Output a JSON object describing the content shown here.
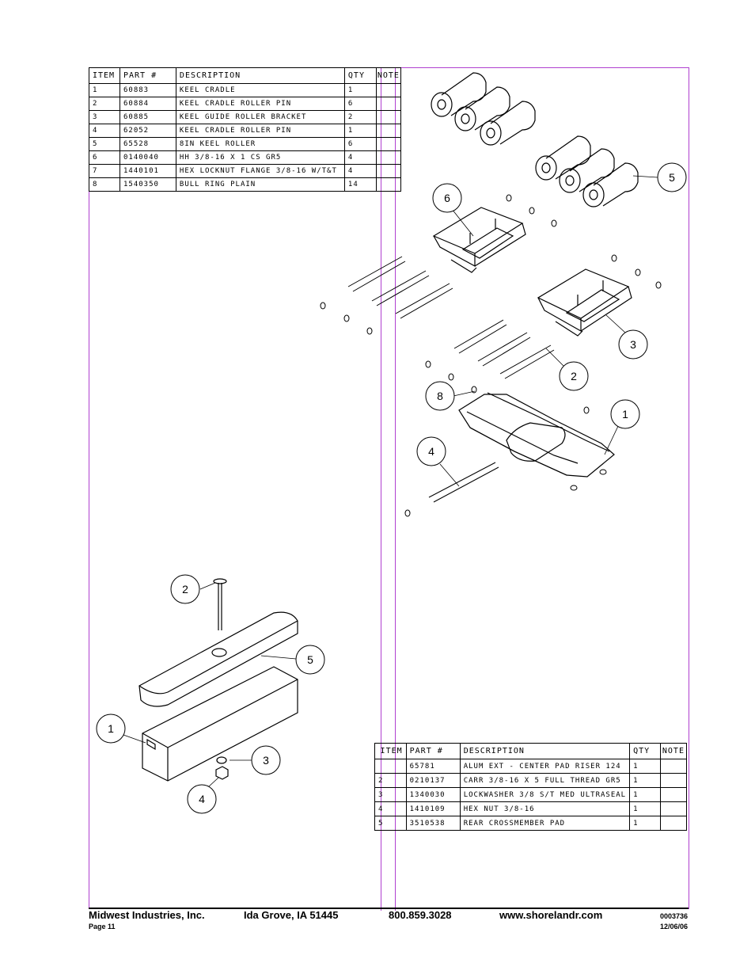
{
  "table1": {
    "headers": [
      "ITEM",
      "PART #",
      "DESCRIPTION",
      "QTY",
      "NOTE"
    ],
    "rows": [
      [
        "1",
        "60883",
        "KEEL CRADLE",
        "1",
        ""
      ],
      [
        "2",
        "60884",
        "KEEL CRADLE ROLLER PIN",
        "6",
        ""
      ],
      [
        "3",
        "60885",
        "KEEL GUIDE ROLLER BRACKET",
        "2",
        ""
      ],
      [
        "4",
        "62052",
        "KEEL CRADLE ROLLER PIN",
        "1",
        ""
      ],
      [
        "5",
        "65528",
        "8IN KEEL ROLLER",
        "6",
        ""
      ],
      [
        "6",
        "0140040",
        "HH 3/8-16 X 1 CS GR5",
        "4",
        ""
      ],
      [
        "7",
        "1440101",
        "HEX LOCKNUT FLANGE 3/8-16 W/T&T",
        "4",
        ""
      ],
      [
        "8",
        "1540350",
        "BULL RING PLAIN",
        "14",
        ""
      ]
    ]
  },
  "table2": {
    "headers": [
      "ITEM",
      "PART #",
      "DESCRIPTION",
      "QTY",
      "NOTE"
    ],
    "rows": [
      [
        "",
        "65781",
        "ALUM EXT - CENTER PAD RISER 124",
        "1",
        ""
      ],
      [
        "2",
        "0210137",
        "CARR 3/8-16 X 5 FULL THREAD GR5",
        "1",
        ""
      ],
      [
        "3",
        "1340030",
        "LOCKWASHER 3/8 S/T MED ULTRASEAL",
        "1",
        ""
      ],
      [
        "4",
        "1410109",
        "HEX NUT 3/8-16",
        "1",
        ""
      ],
      [
        "5",
        "3510538",
        "REAR CROSSMEMBER PAD",
        "1",
        ""
      ]
    ]
  },
  "callouts_top": [
    "5",
    "6",
    "3",
    "2",
    "8",
    "1",
    "4"
  ],
  "callouts_bottom": [
    "2",
    "5",
    "1",
    "3",
    "4"
  ],
  "footer": {
    "company": "Midwest Industries, Inc.",
    "location": "Ida Grove, IA  51445",
    "phone": "800.859.3028",
    "website": "www.shorelandr.com",
    "doc_number": "0003736",
    "page": "Page 11",
    "date": "12/06/06"
  }
}
